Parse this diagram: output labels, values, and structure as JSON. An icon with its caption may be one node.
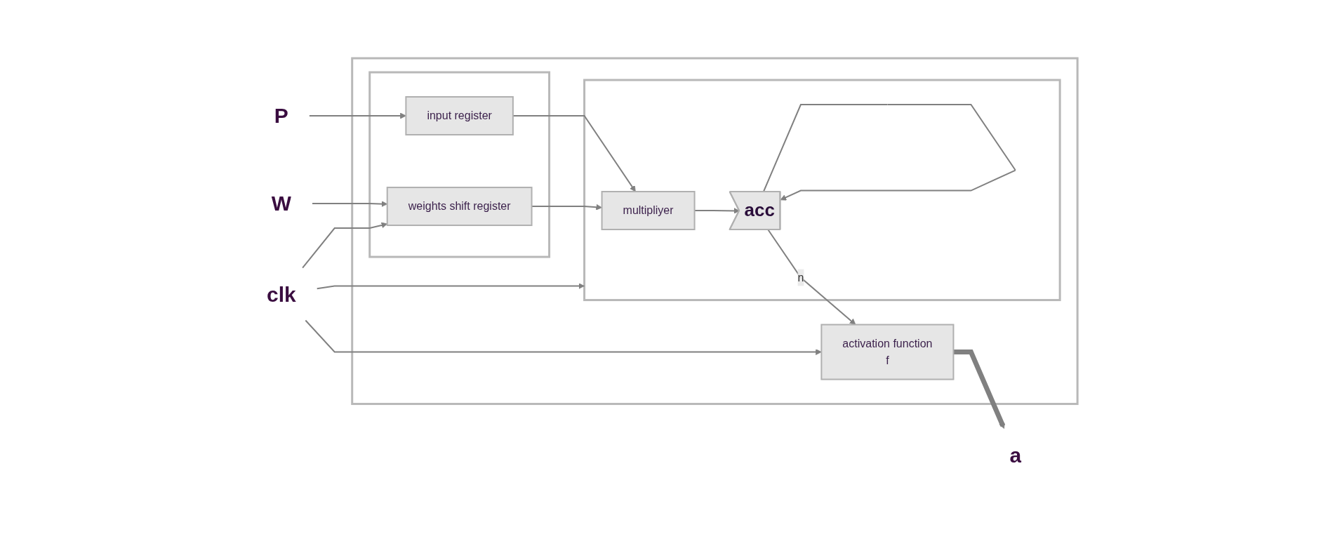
{
  "diagram": {
    "nodes": [
      {
        "text": [],
        "shape": "box"
      },
      {
        "text": [],
        "shape": "box",
        "in": 0
      },
      {
        "text": [
          "input register"
        ],
        "in": 1
      },
      {
        "text": [
          "weights shift register"
        ],
        "in": 1
      },
      {
        "text": [],
        "shape": "box",
        "in": 0
      },
      {
        "text": [
          "multipliyer"
        ],
        "in": 4
      },
      {
        "text": [
          "acc"
        ],
        "in": 4
      },
      {
        "text": [
          "activation function",
          "f"
        ],
        "in": 0
      },
      {
        "text": [
          "P"
        ]
      },
      {
        "text": [
          "W"
        ]
      },
      {
        "text": [
          "clk"
        ]
      },
      {
        "text": [
          "a"
        ]
      }
    ],
    "edges": [
      {
        "from": 8,
        "to": 2,
        "arrow": "to"
      },
      {
        "from": 9,
        "to": 3,
        "arrow": "to"
      },
      {
        "from": 2,
        "to": 5,
        "arrow": "to"
      },
      {
        "from": 3,
        "to": 5,
        "arrow": "to"
      },
      {
        "from": 5,
        "to": 6,
        "arrow": "to"
      },
      {
        "from": 6,
        "to": 6,
        "arrow": "to"
      },
      {
        "from": 6,
        "to": 7,
        "arrow": "to",
        "label": "n"
      },
      {
        "from": 7,
        "to": 11,
        "arrow": "to",
        "style": "thick"
      },
      {
        "from": 10,
        "to": 3,
        "arrow": "to"
      },
      {
        "from": 10,
        "to": 4,
        "arrow": "to"
      },
      {
        "from": 10,
        "to": 7,
        "arrow": "to"
      }
    ]
  }
}
